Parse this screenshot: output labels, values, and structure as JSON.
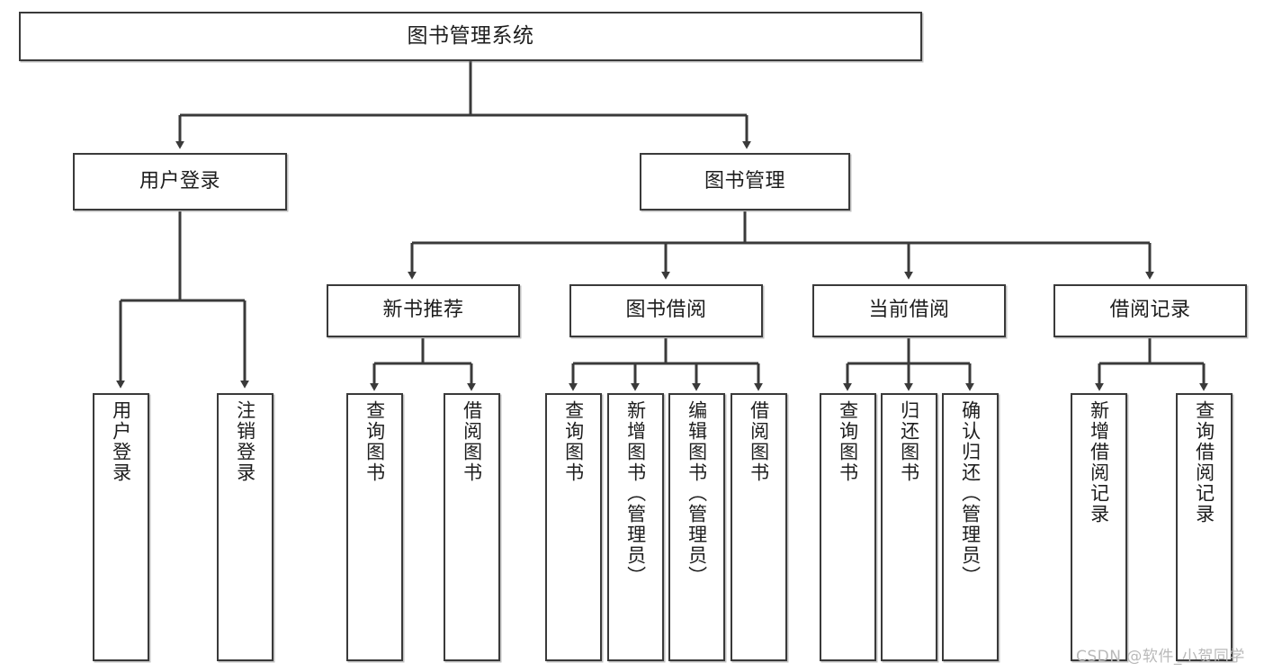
{
  "diagram": {
    "type": "tree",
    "title": "图书管理系统",
    "watermark": "CSDN @软件_小贺同学",
    "colors": {
      "stroke": "#3a3a3a",
      "fill": "#ffffff",
      "text": "#1d1d1d",
      "watermark": "#b9b9b9"
    },
    "nodes": {
      "root": {
        "label": "图书管理系统"
      },
      "level2": [
        {
          "label": "用户登录"
        },
        {
          "label": "图书管理"
        }
      ],
      "level3": [
        {
          "label": "新书推荐"
        },
        {
          "label": "图书借阅"
        },
        {
          "label": "当前借阅"
        },
        {
          "label": "借阅记录"
        }
      ],
      "leaves": {
        "user_login": [
          {
            "label": "用户登录"
          },
          {
            "label": "注销登录"
          }
        ],
        "new_book": [
          {
            "label": "查询图书"
          },
          {
            "label": "借阅图书"
          }
        ],
        "borrow_book": [
          {
            "label": "查询图书"
          },
          {
            "label": "新增图书（管理员）"
          },
          {
            "label": "编辑图书（管理员）"
          },
          {
            "label": "借阅图书"
          }
        ],
        "current_borrow": [
          {
            "label": "查询图书"
          },
          {
            "label": "归还图书"
          },
          {
            "label": "确认归还（管理员）"
          }
        ],
        "borrow_record": [
          {
            "label": "新增借阅记录"
          },
          {
            "label": "查询借阅记录"
          }
        ]
      }
    }
  }
}
